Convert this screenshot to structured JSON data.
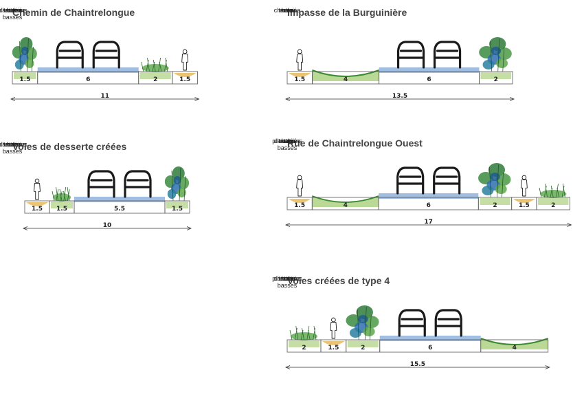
{
  "colors": {
    "road": "#8fb3dc",
    "green": "#9cc86a",
    "dark_green": "#2f7a3a",
    "sidewalk": "#e8b85c",
    "hedge_blue": "#2f6fb0",
    "ink": "#1a1a1a"
  },
  "sections": [
    {
      "id": "chemin-de-chaintrelongue",
      "title": "Chemin de Chaintrelongue",
      "total": "11",
      "segments": [
        {
          "type": "haie",
          "width_label": "1.5",
          "label": "haie"
        },
        {
          "type": "chaussee",
          "width_label": "6",
          "label": "chaussée"
        },
        {
          "type": "plantations",
          "width_label": "2",
          "label": "plantations\nbasses"
        },
        {
          "type": "trottoir",
          "width_label": "1.5",
          "label": "trottoir"
        }
      ]
    },
    {
      "id": "impasse-de-la-burguiniere",
      "title": "Impasse de la Burguinière",
      "total": "13.5",
      "segments": [
        {
          "type": "trottoir",
          "width_label": "1.5",
          "label": "trottoir"
        },
        {
          "type": "noue",
          "width_label": "4",
          "label": "noue"
        },
        {
          "type": "chaussee",
          "width_label": "6",
          "label": "chaussée"
        },
        {
          "type": "haie",
          "width_label": "2",
          "label": "haie"
        }
      ]
    },
    {
      "id": "voies-de-desserte-creees",
      "title": "Voies de desserte créées",
      "total": "10",
      "segments": [
        {
          "type": "trottoir",
          "width_label": "1.5",
          "label": "trottoir"
        },
        {
          "type": "plantations",
          "width_label": "1.5",
          "label": "plantations\nbasses"
        },
        {
          "type": "chaussee",
          "width_label": "5.5",
          "label": "chaussée"
        },
        {
          "type": "haie",
          "width_label": "1.5",
          "label": "haie"
        }
      ]
    },
    {
      "id": "rue-de-chaintrelongue-ouest",
      "title": "Rue de Chaintrelongue Ouest",
      "total": "17",
      "segments": [
        {
          "type": "trottoir",
          "width_label": "1.5",
          "label": "trottoir"
        },
        {
          "type": "noue",
          "width_label": "4",
          "label": "noue"
        },
        {
          "type": "chaussee",
          "width_label": "6",
          "label": "chaussée"
        },
        {
          "type": "haie",
          "width_label": "2",
          "label": "haie"
        },
        {
          "type": "trottoir",
          "width_label": "1.5",
          "label": "trottoir"
        },
        {
          "type": "plantations",
          "width_label": "2",
          "label": "plantations\nbasses"
        }
      ]
    },
    {
      "id": "voies-creees-de-type-4",
      "title": "Voies créées de type 4",
      "total": "15.5",
      "segments": [
        {
          "type": "plantations",
          "width_label": "2",
          "label": "plantations\nbasses"
        },
        {
          "type": "trottoir",
          "width_label": "1.5",
          "label": "trottoir"
        },
        {
          "type": "haie",
          "width_label": "2",
          "label": "haie"
        },
        {
          "type": "chaussee",
          "width_label": "6",
          "label": "chaussée"
        },
        {
          "type": "noue",
          "width_label": "4",
          "label": "noue"
        }
      ]
    }
  ]
}
